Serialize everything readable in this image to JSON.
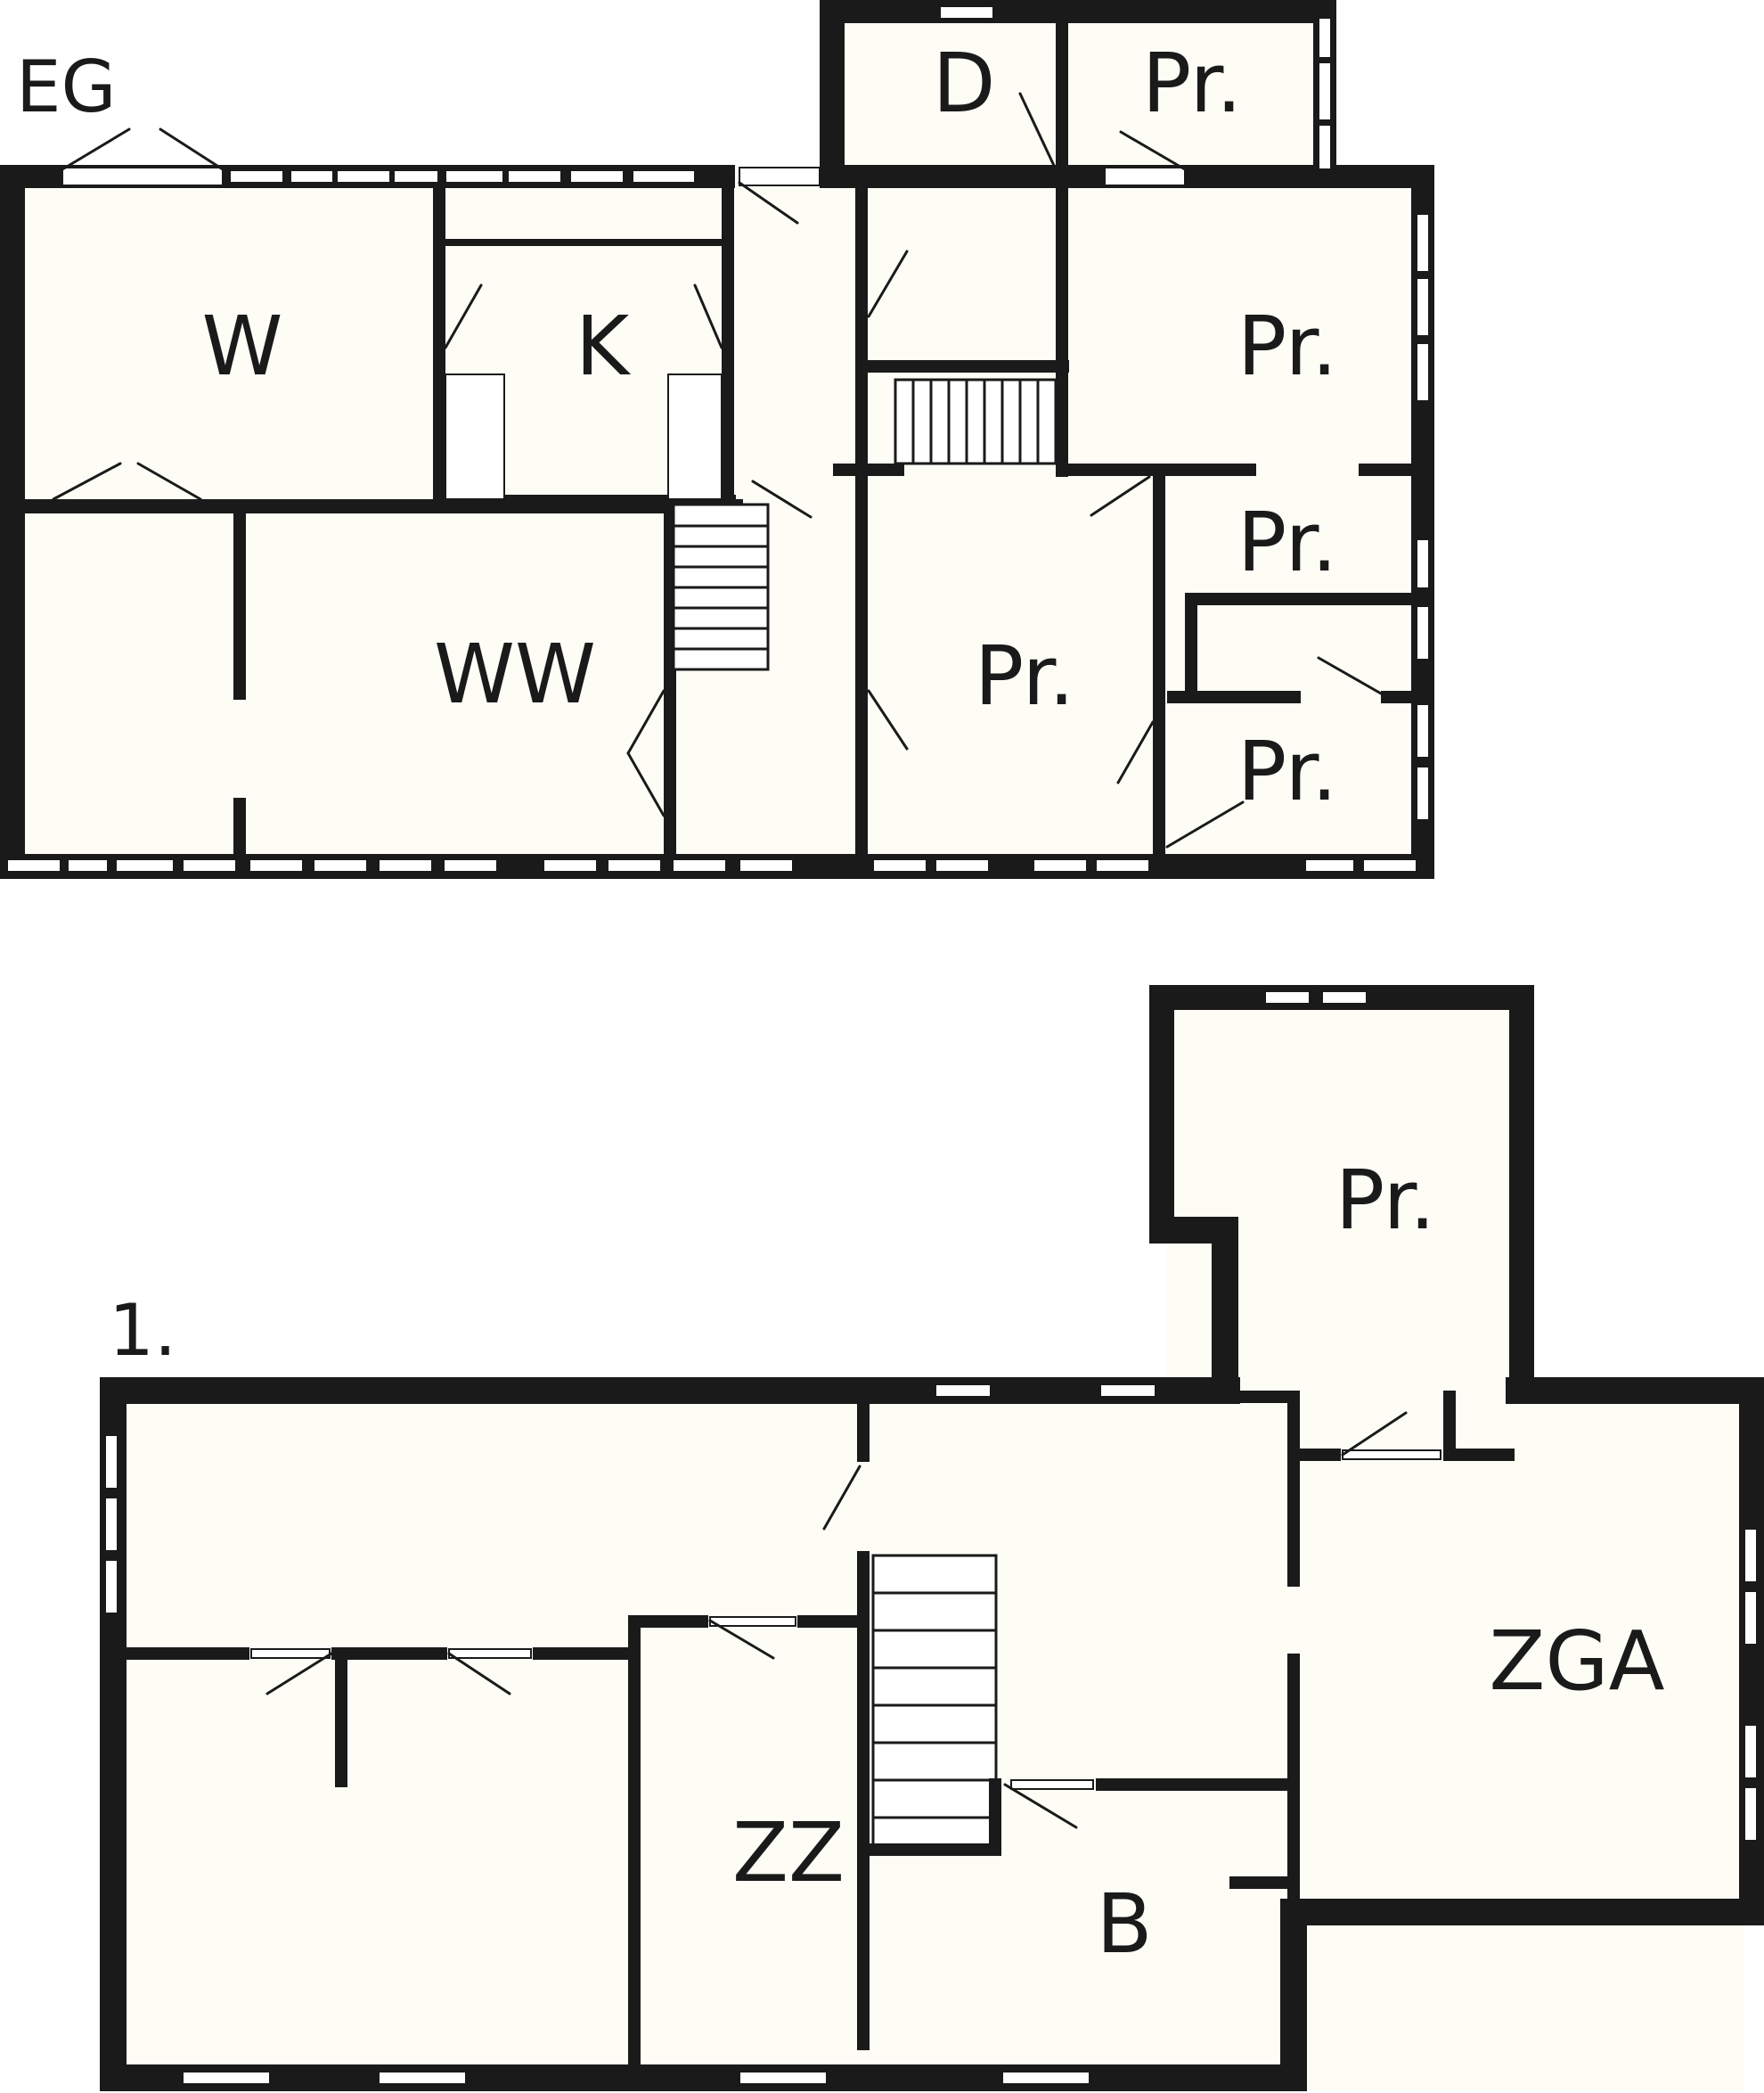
{
  "floors": [
    {
      "label": "EG",
      "rooms": {
        "w": "W",
        "k": "K",
        "ww": "WW",
        "d": "D",
        "pr_top": "Pr.",
        "pr_right": "Pr.",
        "pr_mid": "Pr.",
        "pr_center": "Pr.",
        "pr_bottom": "Pr."
      }
    },
    {
      "label": "1.",
      "rooms": {
        "pr_annex": "Pr.",
        "zga": "ZGA",
        "zz": "ZZ",
        "b": "B"
      }
    }
  ]
}
